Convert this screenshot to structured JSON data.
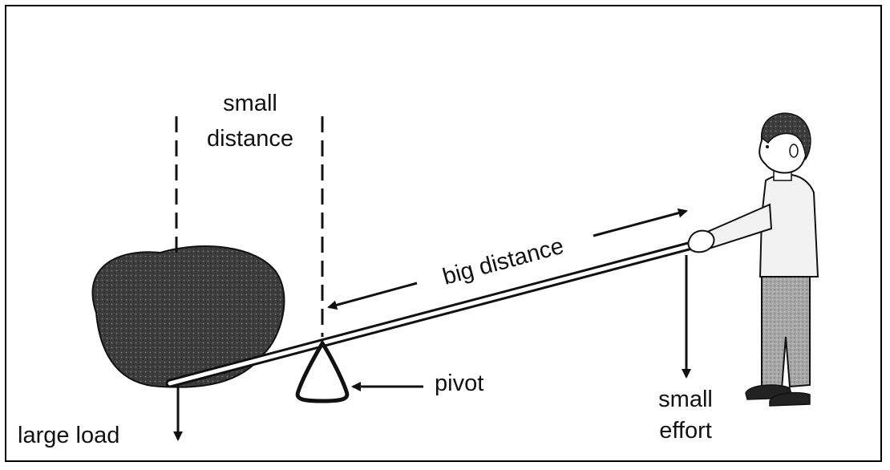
{
  "labels": {
    "small_distance_line1": "small",
    "small_distance_line2": "distance",
    "big_distance": "big distance",
    "pivot": "pivot",
    "large_load": "large load",
    "small_effort_line1": "small",
    "small_effort_line2": "effort"
  },
  "colors": {
    "ink": "#111111",
    "boulder": "#3a3a3a",
    "trousers": "#9a9a9a",
    "background": "#ffffff"
  }
}
